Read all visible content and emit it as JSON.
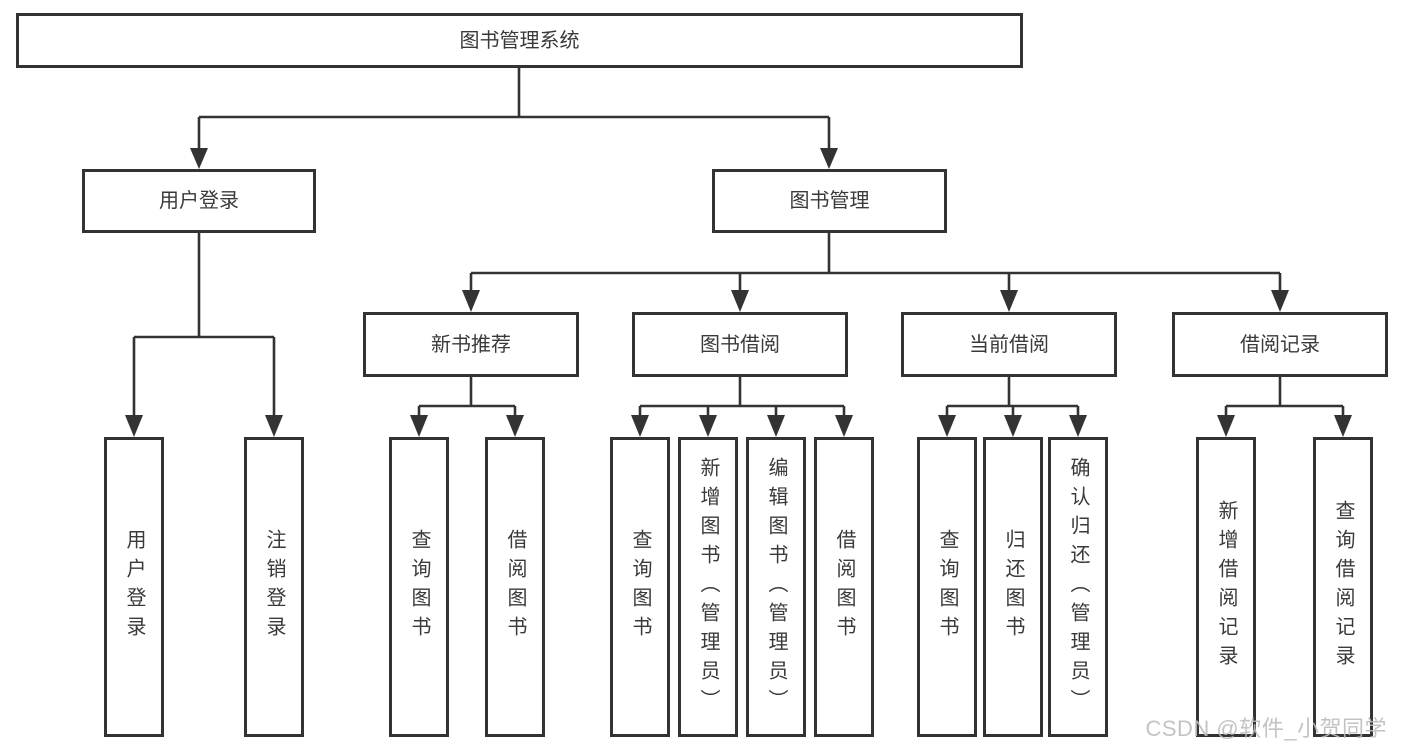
{
  "diagram": {
    "root": "图书管理系统",
    "level2": [
      "用户登录",
      "图书管理"
    ],
    "level3": [
      "新书推荐",
      "图书借阅",
      "当前借阅",
      "借阅记录"
    ],
    "leaves_user_login": [
      "用户登录",
      "注销登录"
    ],
    "leaves_new_books": [
      "查询图书",
      "借阅图书"
    ],
    "leaves_book_borrow": [
      "查询图书",
      "新增图书（管理员）",
      "编辑图书（管理员）",
      "借阅图书"
    ],
    "leaves_current_borrow": [
      "查询图书",
      "归还图书",
      "确认归还（管理员）"
    ],
    "leaves_borrow_records": [
      "新增借阅记录",
      "查询借阅记录"
    ]
  },
  "watermark": "CSDN @软件_小贺同学",
  "colors": {
    "stroke": "#333333",
    "text": "#3a3a3a",
    "background": "#ffffff",
    "watermark": "#bdbdbd"
  }
}
